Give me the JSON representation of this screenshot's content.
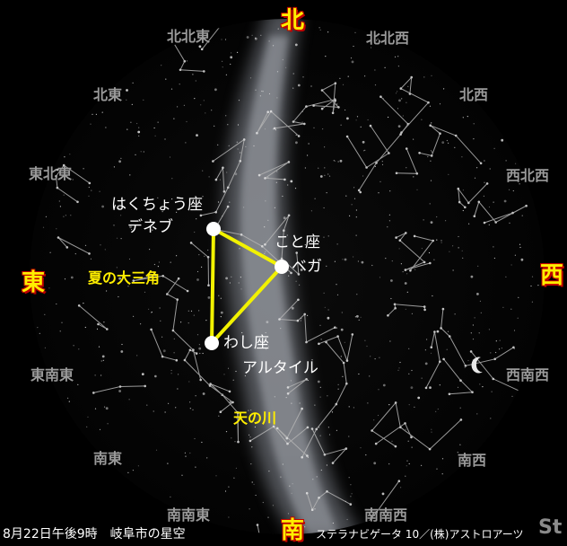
{
  "directions": {
    "north": "北",
    "south": "南",
    "east": "東",
    "west": "西",
    "nne": "北北東",
    "nnw": "北北西",
    "ne": "北東",
    "nw": "北西",
    "ene": "東北東",
    "wnw": "西北西",
    "ese": "東南東",
    "wsw": "西南西",
    "se": "南東",
    "sw": "南西",
    "sse": "南南東",
    "ssw": "南南西"
  },
  "labels": {
    "cygnus": "はくちょう座",
    "deneb": "デネブ",
    "lyra": "こと座",
    "vega": "ベガ",
    "aquila": "わし座",
    "altair": "アルタイル",
    "summer_triangle": "夏の大三角",
    "milky_way": "天の川"
  },
  "footer": {
    "caption": "8月22日午後9時　岐阜市の星空",
    "credit": "ステラナビゲータ 10／(株)アストロアーツ",
    "brand": "St"
  },
  "colors": {
    "sky": "#050505",
    "triangle": "#f2f200",
    "direction_main": "#ffee00",
    "direction_outline": "#c00000",
    "direction_sub": "#9a9a9a",
    "constellation_lines": "#b4b4b4",
    "milky_way": "#c8ccd4"
  }
}
